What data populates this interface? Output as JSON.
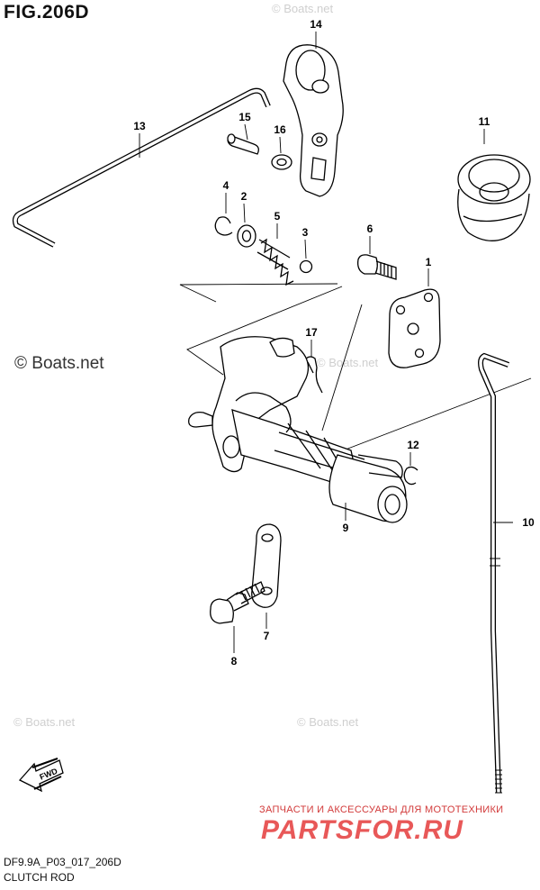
{
  "figure_title": "FIG.206D",
  "watermarks": {
    "main": "© Boats.net",
    "faint": "© Boats.net"
  },
  "callouts": [
    "1",
    "2",
    "3",
    "4",
    "5",
    "6",
    "7",
    "8",
    "9",
    "10",
    "11",
    "12",
    "13",
    "14",
    "15",
    "16",
    "17"
  ],
  "fwd_label": "FWD",
  "ad": {
    "top_line": "ЗАПЧАСТИ И АКСЕССУАРЫ ДЛЯ МОТОТЕХНИКИ",
    "logo": "PARTSFOR.RU"
  },
  "footer": {
    "code": "DF9.9A_P03_017_206D",
    "name": "CLUTCH ROD"
  }
}
